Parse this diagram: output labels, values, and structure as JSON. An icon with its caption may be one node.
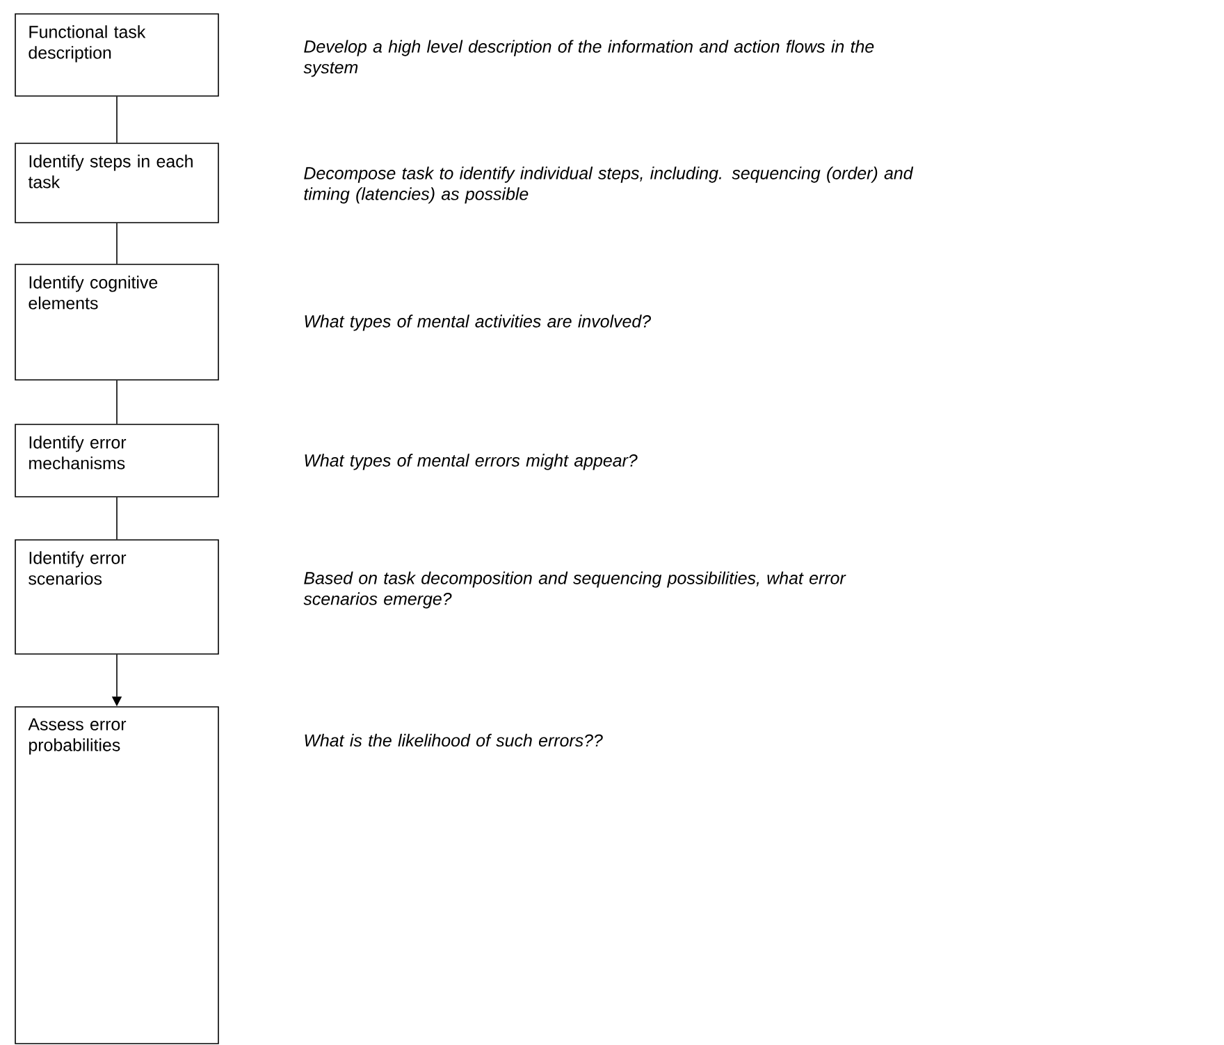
{
  "diagram": {
    "nodes": [
      {
        "text": [
          "Functional task description"
        ]
      },
      {
        "text": [
          "Identify steps in each task"
        ]
      },
      {
        "text": [
          "Identify cognitive elements"
        ]
      },
      {
        "text": [
          "Identify error mechanisms"
        ]
      },
      {
        "text": [
          "Identify error scenarios"
        ]
      },
      {
        "text": [
          "Assess error probabilities"
        ]
      }
    ],
    "edges": [
      {
        "from": 0,
        "to": 1,
        "arrow": "none"
      },
      {
        "from": 1,
        "to": 2,
        "arrow": "none"
      },
      {
        "from": 2,
        "to": 3,
        "arrow": "none"
      },
      {
        "from": 3,
        "to": 4,
        "arrow": "none"
      },
      {
        "from": 4,
        "to": 5,
        "arrow": "to"
      }
    ],
    "labels": [
      "Develop a high level description of the information and action flows in the system",
      "Decompose task to identify individual steps, including. sequencing (order) and timing (latencies) as possible",
      "What types of mental activities are involved?",
      "What types of mental errors might appear?",
      "Based on task decomposition and sequencing possibilities, what error scenarios emerge?",
      "What is the likelihood of such errors??"
    ]
  }
}
